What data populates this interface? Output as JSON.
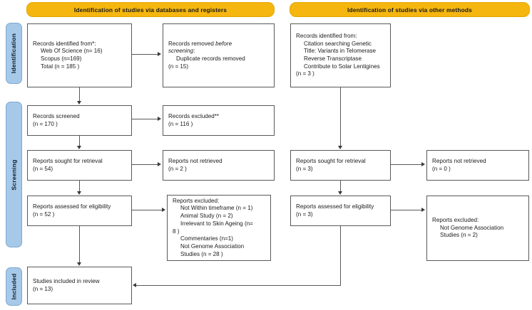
{
  "headers": {
    "left": "Identification of studies via databases and registers",
    "right": "Identification of studies via other methods"
  },
  "bands": [
    {
      "label": "Identification"
    },
    {
      "label": "Screening"
    },
    {
      "label": "Included"
    }
  ],
  "boxes": {
    "records_identified": {
      "line1": "Records identified from*:",
      "line2": "Web Of Science (n= 16)",
      "line3": "Scopus (n=169)",
      "line4": "Total (n = 185 )"
    },
    "records_removed": {
      "line1": "Records removed ",
      "line1_italic": "before",
      "line2_italic": "screening",
      "line2_tail": ":",
      "line3": "Duplicate records removed",
      "line4": "(n = 15)"
    },
    "records_screened": {
      "line1": "Records screened",
      "line2": "(n = 170 )"
    },
    "records_excluded": {
      "line1": "Records excluded**",
      "line2": "(n = 116 )"
    },
    "reports_sought_left": {
      "line1": "Reports sought for retrieval",
      "line2": "(n = 54)"
    },
    "reports_not_retrieved_left": {
      "line1": "Reports not retrieved",
      "line2": "(n = 2 )"
    },
    "reports_assessed_left": {
      "line1": "Reports assessed for eligibility",
      "line2": "(n = 52 )"
    },
    "reports_excluded_left": {
      "line1": "Reports excluded:",
      "line2": "Not Within timeframe (n = 1)",
      "line3": "Animal Study (n = 2)",
      "line4": "Irrelevant to Skin Ageing (n=",
      "line5": "8 )",
      "line6": "Commentaries (n=1)",
      "line7": "Not Genome Association",
      "line8": "Studies (n = 28 )"
    },
    "studies_included": {
      "line1": "Studies included in review",
      "line2": "(n = 13)"
    },
    "records_identified_other": {
      "line1": "Records identified from:",
      "line2": "Citation searching Genetic",
      "line3": "Title: Variants in Telomerase",
      "line4": "Reverse Transcriptase",
      "line5": "Contribute to Solar Lentigines",
      "line6": "(n = 3 )"
    },
    "reports_sought_right": {
      "line1": "Reports sought for retrieval",
      "line2": "(n = 3)"
    },
    "reports_not_retrieved_right": {
      "line1": "Reports not retrieved",
      "line2": "(n = 0 )"
    },
    "reports_assessed_right": {
      "line1": "Reports assessed for eligibility",
      "line2": "(n = 3)"
    },
    "reports_excluded_right": {
      "line1": "Reports excluded:",
      "line2": "Not Genome Association",
      "line3": "Studies (n = 2)"
    }
  },
  "chart_data": {
    "type": "diagram",
    "diagram_kind": "PRISMA 2020 flow diagram",
    "colors": {
      "header": "#F5B60F",
      "band": "#A6C9EA",
      "box_border": "#59595b",
      "connector": "#58585a"
    },
    "stages": [
      {
        "stage": "Identification",
        "left": {
          "identified_total": 185,
          "web_of_science": 16,
          "scopus": 169,
          "duplicates_removed": 15
        },
        "right": {
          "citation_searching": 3
        }
      },
      {
        "stage": "Screening",
        "left": {
          "screened": 170,
          "excluded": 116,
          "sought_for_retrieval": 54,
          "not_retrieved": 2,
          "assessed_for_eligibility": 52,
          "excluded_reports": {
            "not_within_timeframe": 1,
            "animal_study": 2,
            "irrelevant_to_skin_ageing": 8,
            "commentaries": 1,
            "not_genome_association_studies": 28
          }
        },
        "right": {
          "sought_for_retrieval": 3,
          "not_retrieved": 0,
          "assessed_for_eligibility": 3,
          "excluded_reports": {
            "not_genome_association_studies": 2
          }
        }
      },
      {
        "stage": "Included",
        "left": {
          "studies_included_in_review": 13
        }
      }
    ]
  }
}
